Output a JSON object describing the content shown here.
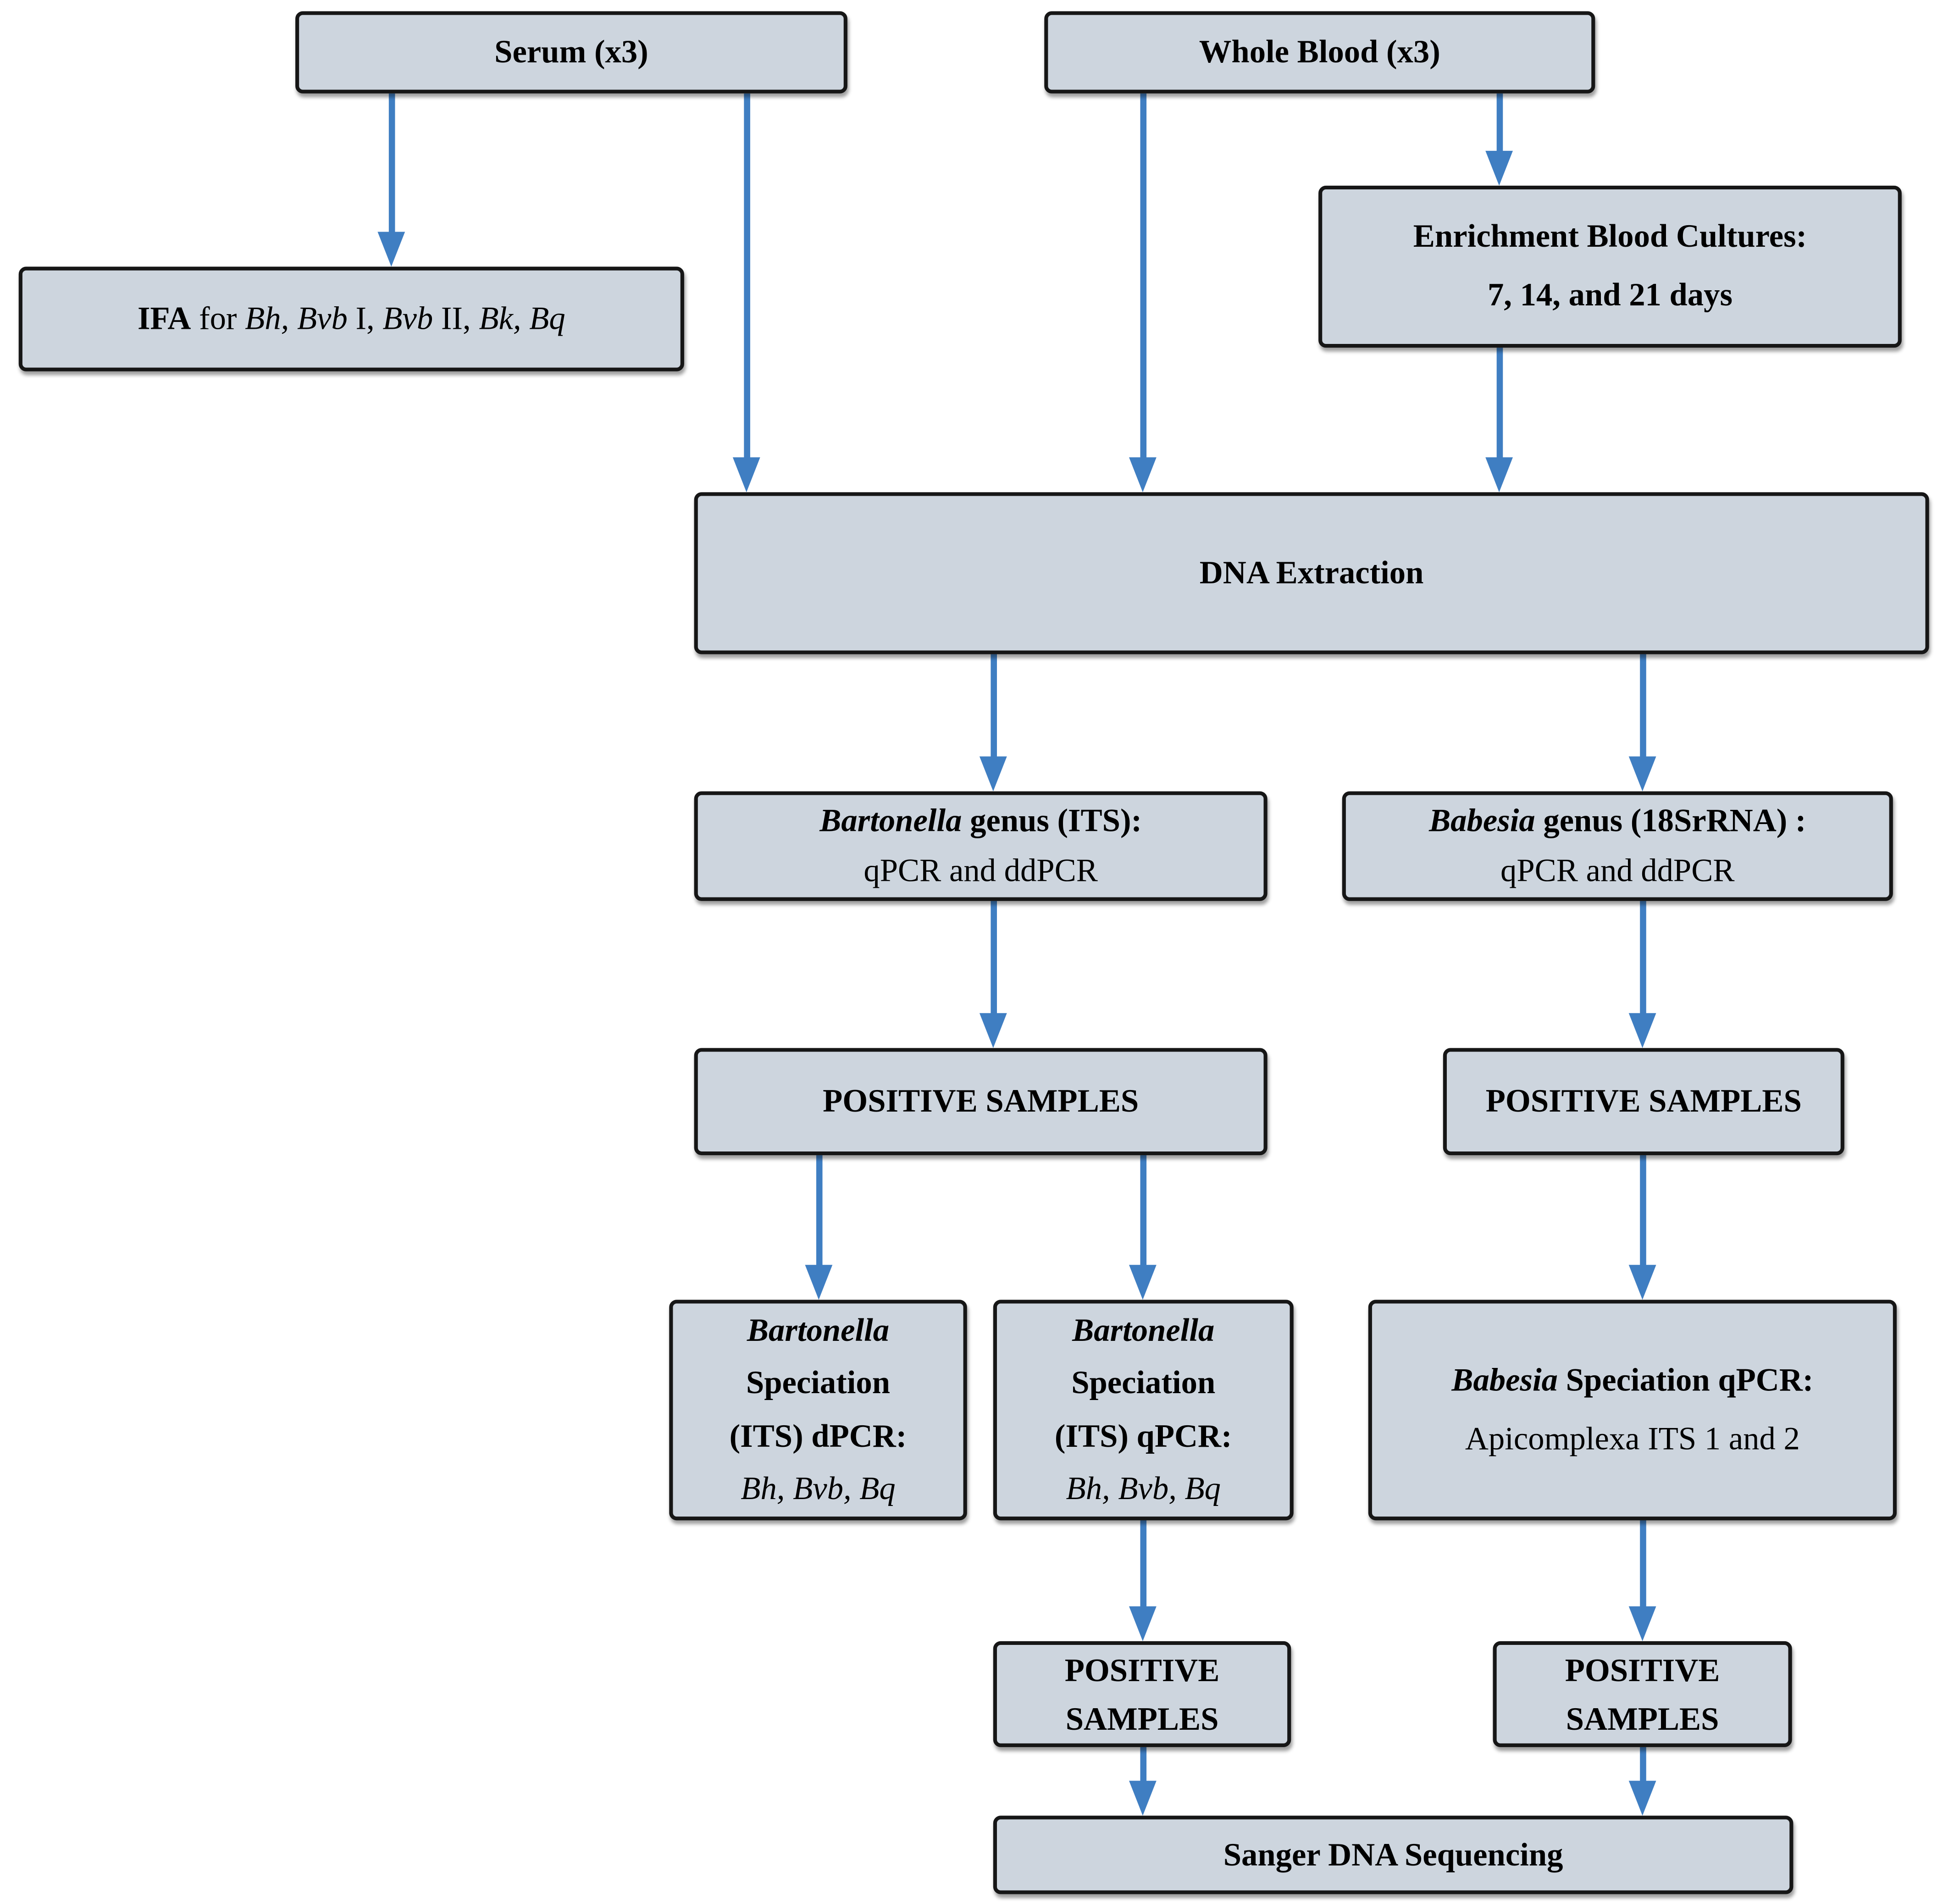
{
  "palette": {
    "node_fill": "#cdd5de",
    "node_border": "#161616",
    "arrow_color": "#3f7ec2",
    "background": "#ffffff"
  },
  "nodes": {
    "serum": {
      "lines": [
        [
          {
            "t": "Serum (x3)",
            "b": true
          }
        ]
      ]
    },
    "whole_blood": {
      "lines": [
        [
          {
            "t": "Whole Blood (x3)",
            "b": true
          }
        ]
      ]
    },
    "ifa": {
      "lines": [
        [
          {
            "t": "IFA",
            "b": true
          },
          {
            "t": " for "
          },
          {
            "t": "Bh, ",
            "i": true
          },
          {
            "t": "Bvb ",
            "i": true
          },
          {
            "t": "I, "
          },
          {
            "t": "Bvb ",
            "i": true
          },
          {
            "t": "II, "
          },
          {
            "t": "Bk, ",
            "i": true
          },
          {
            "t": "Bq",
            "i": true
          }
        ]
      ]
    },
    "enrichment": {
      "lines": [
        [
          {
            "t": "Enrichment Blood Cultures:",
            "b": true
          }
        ],
        [
          {
            "t": "7, 14, and 21 days",
            "b": true
          }
        ]
      ]
    },
    "dna_extraction": {
      "lines": [
        [
          {
            "t": "DNA Extraction",
            "b": true
          }
        ]
      ]
    },
    "bartonella_genus": {
      "lines": [
        [
          {
            "t": "Bartonella",
            "b": true,
            "i": true
          },
          {
            "t": " genus (ITS):",
            "b": true
          }
        ],
        [
          {
            "t": "qPCR and ddPCR"
          }
        ]
      ]
    },
    "babesia_genus": {
      "lines": [
        [
          {
            "t": "Babesia",
            "b": true,
            "i": true
          },
          {
            "t": " genus (18SrRNA) :",
            "b": true
          }
        ],
        [
          {
            "t": "qPCR and ddPCR"
          }
        ]
      ]
    },
    "positive_samples_bartonella": {
      "lines": [
        [
          {
            "t": "POSITIVE SAMPLES",
            "b": true
          }
        ]
      ]
    },
    "positive_samples_babesia": {
      "lines": [
        [
          {
            "t": "POSITIVE SAMPLES",
            "b": true
          }
        ]
      ]
    },
    "bartonella_speciation_dpcr": {
      "lines": [
        [
          {
            "t": "Bartonella",
            "b": true,
            "i": true
          }
        ],
        [
          {
            "t": "Speciation",
            "b": true
          }
        ],
        [
          {
            "t": "(ITS) dPCR:",
            "b": true
          }
        ],
        [
          {
            "t": "Bh, Bvb, Bq",
            "i": true
          }
        ]
      ]
    },
    "bartonella_speciation_qpcr": {
      "lines": [
        [
          {
            "t": "Bartonella",
            "b": true,
            "i": true
          }
        ],
        [
          {
            "t": "Speciation",
            "b": true
          }
        ],
        [
          {
            "t": "(ITS) qPCR:",
            "b": true
          }
        ],
        [
          {
            "t": "Bh, Bvb, Bq",
            "i": true
          }
        ]
      ]
    },
    "babesia_speciation": {
      "lines": [
        [
          {
            "t": "Babesia",
            "b": true,
            "i": true
          },
          {
            "t": " Speciation qPCR:",
            "b": true
          }
        ],
        [
          {
            "t": "Apicomplexa ITS 1 and 2"
          }
        ]
      ]
    },
    "positive_samples_2_left": {
      "lines": [
        [
          {
            "t": "POSITIVE",
            "b": true
          }
        ],
        [
          {
            "t": "SAMPLES",
            "b": true
          }
        ]
      ]
    },
    "positive_samples_2_right": {
      "lines": [
        [
          {
            "t": "POSITIVE",
            "b": true
          }
        ],
        [
          {
            "t": "SAMPLES",
            "b": true
          }
        ]
      ]
    },
    "sanger": {
      "lines": [
        [
          {
            "t": "Sanger DNA Sequencing",
            "b": true
          }
        ]
      ]
    }
  },
  "edges": [
    {
      "from": "serum",
      "to": "ifa"
    },
    {
      "from": "serum",
      "to": "dna_extraction"
    },
    {
      "from": "whole_blood",
      "to": "dna_extraction"
    },
    {
      "from": "whole_blood",
      "to": "enrichment"
    },
    {
      "from": "enrichment",
      "to": "dna_extraction"
    },
    {
      "from": "dna_extraction",
      "to": "bartonella_genus"
    },
    {
      "from": "dna_extraction",
      "to": "babesia_genus"
    },
    {
      "from": "bartonella_genus",
      "to": "positive_samples_bartonella"
    },
    {
      "from": "babesia_genus",
      "to": "positive_samples_babesia"
    },
    {
      "from": "positive_samples_bartonella",
      "to": "bartonella_speciation_dpcr"
    },
    {
      "from": "positive_samples_bartonella",
      "to": "bartonella_speciation_qpcr"
    },
    {
      "from": "positive_samples_babesia",
      "to": "babesia_speciation"
    },
    {
      "from": "bartonella_speciation_qpcr",
      "to": "positive_samples_2_left"
    },
    {
      "from": "babesia_speciation",
      "to": "positive_samples_2_right"
    },
    {
      "from": "positive_samples_2_left",
      "to": "sanger"
    },
    {
      "from": "positive_samples_2_right",
      "to": "sanger"
    }
  ]
}
